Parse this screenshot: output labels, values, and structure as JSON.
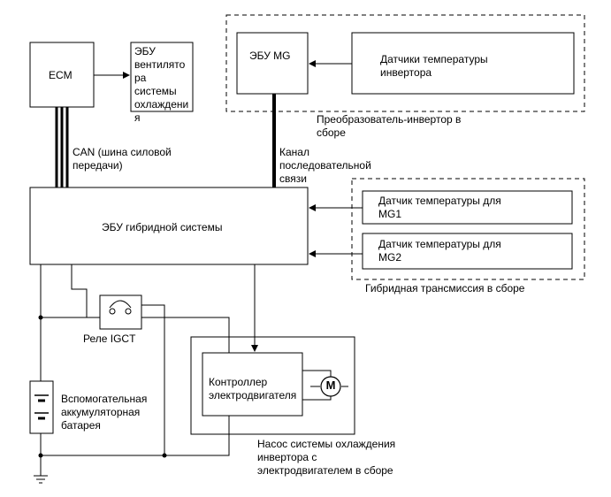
{
  "ecm": {
    "label": "ECM"
  },
  "fan_ecu": {
    "lines": [
      "ЭБУ",
      "вентилято",
      "ра",
      "системы",
      "охлаждени",
      "я"
    ]
  },
  "can_bus": {
    "lines": [
      "CAN (шина силовой",
      "передачи)"
    ]
  },
  "mg_ecu": {
    "label": "ЭБУ MG"
  },
  "inverter_temp_sensors": {
    "lines": [
      "Датчики температуры",
      "инвертора"
    ]
  },
  "inverter_assembly": {
    "lines": [
      "Преобразователь-инвертор в",
      "сборе"
    ]
  },
  "serial_link": {
    "lines": [
      "Канал",
      "последовательной",
      "связи"
    ]
  },
  "hybrid_ecu": {
    "label": "ЭБУ гибридной системы"
  },
  "mg1_sensor": {
    "lines": [
      "Датчик температуры для",
      "MG1"
    ]
  },
  "mg2_sensor": {
    "lines": [
      "Датчик температуры для",
      "MG2"
    ]
  },
  "transaxle_assembly": {
    "label": "Гибридная трансмиссия в сборе"
  },
  "igct_relay": {
    "label": "Реле IGCT"
  },
  "aux_battery": {
    "lines": [
      "Вспомогательная",
      "аккумуляторная",
      "батарея"
    ]
  },
  "motor_controller": {
    "lines": [
      "Контроллер",
      "электродвигателя"
    ]
  },
  "motor": {
    "symbol": "M"
  },
  "pump_assembly": {
    "lines": [
      "Насос системы охлаждения",
      "инвертора с",
      "электродвигателем в сборе"
    ]
  },
  "colors": {
    "line": "#000000",
    "background": "#ffffff"
  }
}
